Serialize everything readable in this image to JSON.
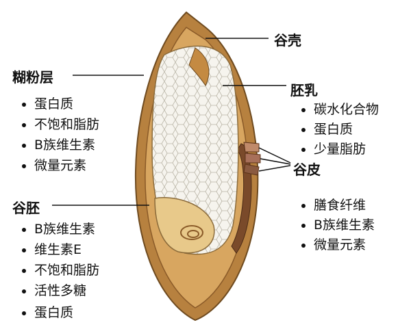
{
  "labels": {
    "husk": "谷壳",
    "aleurone": "糊粉层",
    "endosperm": "胚乳",
    "bran": "谷皮",
    "germ": "谷胚"
  },
  "aleurone_items": [
    "蛋白质",
    "不饱和脂肪",
    "B族维生素",
    "微量元素"
  ],
  "endosperm_items": [
    "碳水化合物",
    "蛋白质",
    "少量脂肪"
  ],
  "bran_items": [
    "膳食纤维",
    "B族维生素",
    "微量元素"
  ],
  "germ_items": [
    "B族维生素",
    "维生素E",
    "不饱和脂肪",
    "活性多糖",
    "蛋白质"
  ],
  "colors": {
    "husk": "#b07a3a",
    "endosperm": "#f4f1e8",
    "germ": "#e8c98a",
    "bran": "#7a4a2a"
  }
}
